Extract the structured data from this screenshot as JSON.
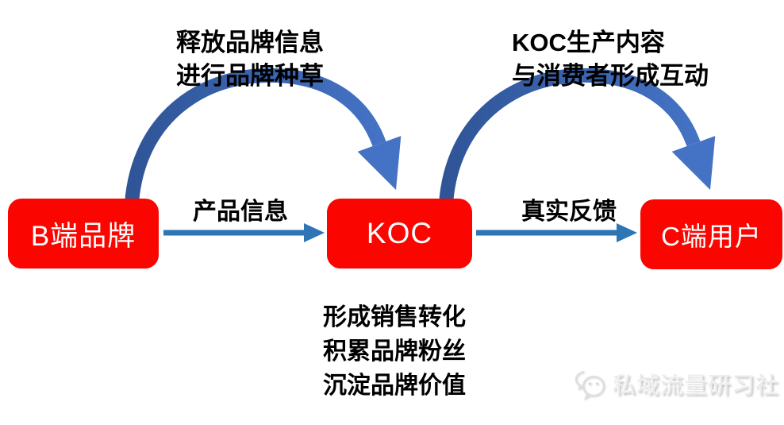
{
  "diagram": {
    "nodes": [
      {
        "id": "b-brand",
        "label": "B端品牌"
      },
      {
        "id": "koc",
        "label": "KOC"
      },
      {
        "id": "c-user",
        "label": "C端用户"
      }
    ],
    "flow_labels": [
      {
        "from": "B端品牌",
        "to": "KOC",
        "label": "产品信息"
      },
      {
        "from": "KOC",
        "to": "C端用户",
        "label": "真实反馈"
      }
    ],
    "annotations": {
      "top_left": {
        "lines": [
          "释放品牌信息",
          "进行品牌种草"
        ]
      },
      "top_right": {
        "lines": [
          "KOC生产内容",
          "与消费者形成互动"
        ]
      },
      "bottom_center": {
        "lines": [
          "形成销售转化",
          "积累品牌粉丝",
          "沉淀品牌价值"
        ]
      }
    },
    "watermark": {
      "label": "私域流量研习社",
      "icon": "wechat-bubbles-icon"
    },
    "colors": {
      "node_fill": "#fb0500",
      "node_text": "#ffffff",
      "curved_arrow_start": "#2f5597",
      "curved_arrow_end": "#4472c4",
      "straight_arrow": "#2e75b6",
      "annotation_text": "#000000",
      "watermark_text": "#ececec"
    }
  }
}
